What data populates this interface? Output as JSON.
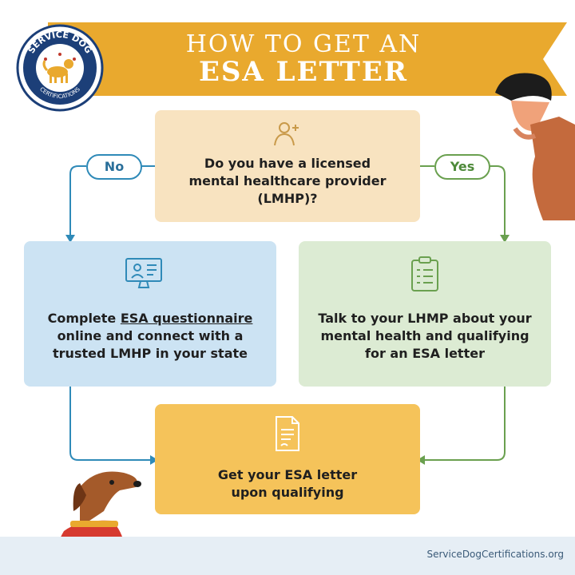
{
  "header": {
    "title_line1": "HOW TO GET AN",
    "title_line2": "ESA LETTER"
  },
  "logo": {
    "top_text": "SERVICE DOG",
    "bottom_text": "CERTIFICATIONS"
  },
  "question": {
    "line1": "Do you have a licensed",
    "line2": "mental healthcare provider",
    "line3": "(LMHP)?"
  },
  "branches": {
    "no_label": "No",
    "yes_label": "Yes"
  },
  "no_box": {
    "line1_pre": "Complete ",
    "line1_link": "ESA questionnaire",
    "line2": "online and connect with a",
    "line3": "trusted LMHP in your state"
  },
  "yes_box": {
    "line1": "Talk to your LHMP about your",
    "line2": "mental health and qualifying",
    "line3": "for an ESA letter"
  },
  "result_box": {
    "line1": "Get your ESA letter",
    "line2": "upon qualifying"
  },
  "footer": {
    "url": "ServiceDogCertifications.org"
  },
  "colors": {
    "banner": "#e9a92e",
    "question_bg": "#f8e3c0",
    "no_bg": "#cce3f3",
    "yes_bg": "#dcebd3",
    "result_bg": "#f5c35a",
    "no_arrow": "#2f8ab8",
    "yes_arrow": "#6aa04f",
    "logo_navy": "#1c3f78"
  }
}
